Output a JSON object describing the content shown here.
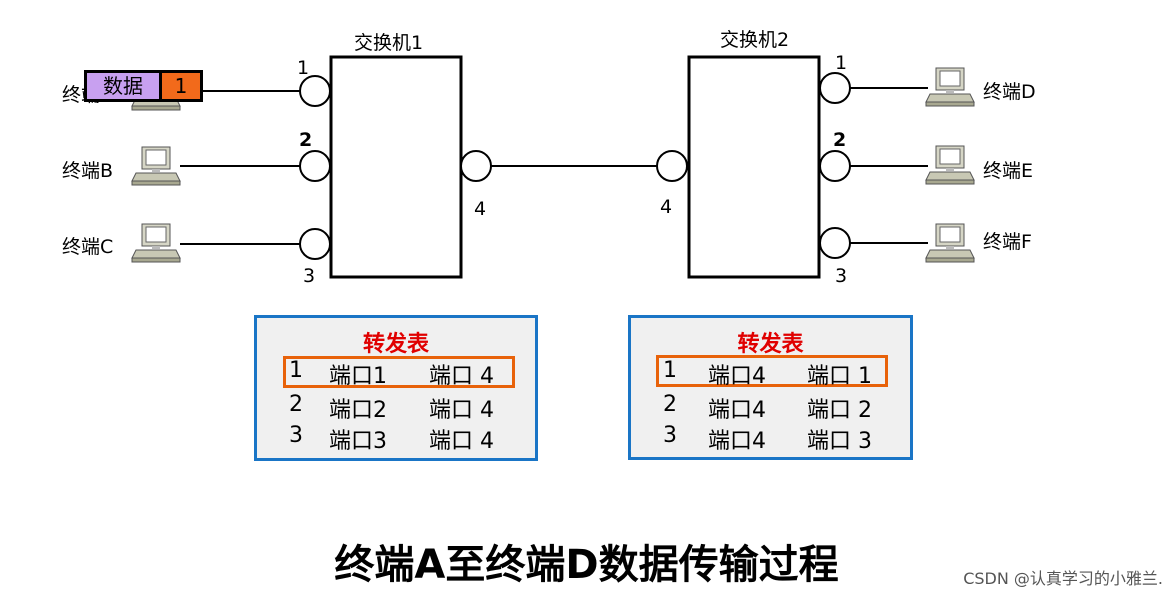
{
  "switch1": {
    "title": "交换机1",
    "ports": [
      "1",
      "2",
      "3",
      "4"
    ]
  },
  "switch2": {
    "title": "交换机2",
    "ports": [
      "1",
      "2",
      "3",
      "4"
    ]
  },
  "terminals": {
    "a": "终端",
    "b": "终端B",
    "c": "终端C",
    "d": "终端D",
    "e": "终端E",
    "f": "终端F"
  },
  "packet": {
    "data_label": "数据",
    "port_label": "1"
  },
  "table1": {
    "title": "转发表",
    "rows": [
      {
        "n": "1",
        "src": "端口1",
        "dst": "端口 4"
      },
      {
        "n": "2",
        "src": "端口2",
        "dst": "端口 4"
      },
      {
        "n": "3",
        "src": "端口3",
        "dst": "端口 4"
      }
    ]
  },
  "table2": {
    "title": "转发表",
    "rows": [
      {
        "n": "1",
        "src": "端口4",
        "dst": "端口 1"
      },
      {
        "n": "2",
        "src": "端口4",
        "dst": "端口 2"
      },
      {
        "n": "3",
        "src": "端口4",
        "dst": "端口 3"
      }
    ]
  },
  "caption": "终端A至终端D数据传输过程",
  "watermark": "CSDN @认真学习的小雅兰.",
  "colors": {
    "table_border": "#1a75c6",
    "highlight": "#e8620a",
    "title_red": "#e00000",
    "packet_data": "#c8a0f0",
    "packet_port": "#f26a1b"
  }
}
